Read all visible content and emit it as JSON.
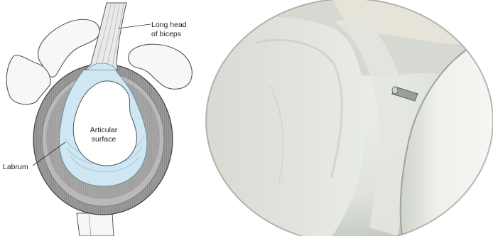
{
  "diagram": {
    "labels": {
      "biceps_line1": "Long head",
      "biceps_line2": "of biceps",
      "surface_line1": "Articular",
      "surface_line2": "surface",
      "labrum": "Labrum"
    }
  },
  "colors": {
    "labrum_blue": "#cfe6f3",
    "rim_gray": "#8f8f8f",
    "bone_white": "#f7f7f7",
    "outline": "#444444",
    "scope_dark": "#1f1f1f",
    "tissue_light": "#e8ebe6"
  }
}
